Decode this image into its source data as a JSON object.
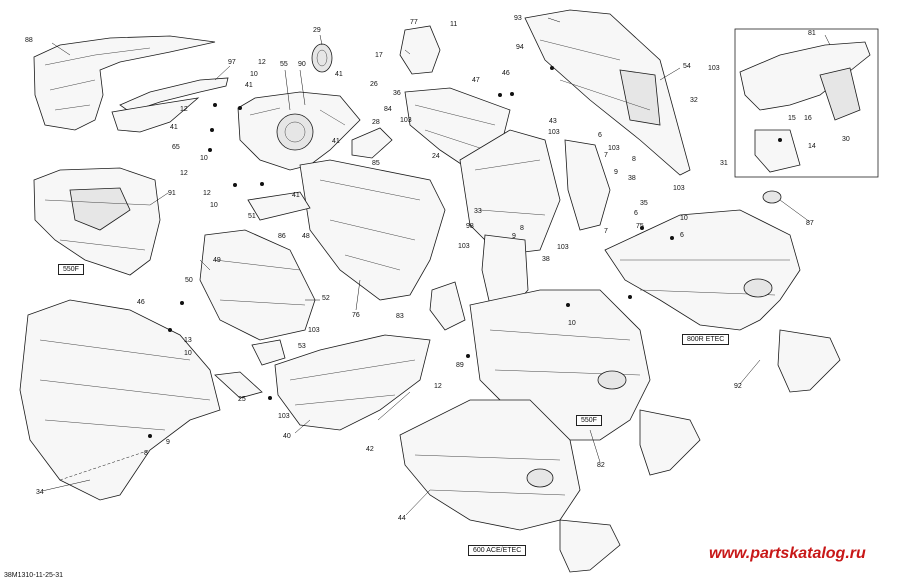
{
  "reference_code": "38M1310-11-25-31",
  "watermark": "www.partskatalog.ru",
  "colors": {
    "line": "#1b1b1b",
    "watermark": "#c81818",
    "fill": "#f7f7f7"
  },
  "variant_labels": {
    "v550f_a": "550F",
    "v550f_b": "550F",
    "v800r": "800R ETEC",
    "v600": "600 ACE/ETEC"
  },
  "callouts": [
    "88",
    "97",
    "12",
    "10",
    "41",
    "12",
    "41",
    "65",
    "12",
    "10",
    "12",
    "10",
    "41",
    "55",
    "90",
    "29",
    "41",
    "26",
    "28",
    "84",
    "85",
    "36",
    "103",
    "24",
    "77",
    "11",
    "17",
    "47",
    "46",
    "93",
    "94",
    "103",
    "6",
    "43",
    "54",
    "103",
    "7",
    "8",
    "9",
    "103",
    "81",
    "103",
    "32",
    "15",
    "16",
    "14",
    "30",
    "31",
    "91",
    "51",
    "86",
    "48",
    "76",
    "49",
    "50",
    "52",
    "103",
    "46",
    "13",
    "10",
    "53",
    "25",
    "103",
    "40",
    "42",
    "12",
    "9",
    "8",
    "34",
    "41",
    "33",
    "98",
    "103",
    "8",
    "9",
    "103",
    "38",
    "83",
    "89",
    "10",
    "38",
    "6",
    "10",
    "35",
    "75",
    "7",
    "6",
    "87",
    "92",
    "82",
    "44"
  ]
}
